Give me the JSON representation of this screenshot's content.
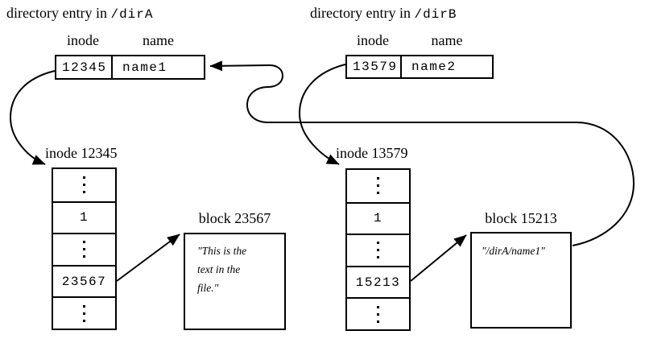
{
  "entries": [
    {
      "title_prefix": "directory entry in",
      "title_path": "/dirA",
      "header_inode": "inode",
      "header_name": "name",
      "inode_value": "12345",
      "name_value": "name1"
    },
    {
      "title_prefix": "directory entry in",
      "title_path": "/dirB",
      "header_inode": "inode",
      "header_name": "name",
      "inode_value": "13579",
      "name_value": "name2"
    }
  ],
  "inodes": [
    {
      "label": "inode 12345",
      "link_count": "1",
      "block_pointer": "23567"
    },
    {
      "label": "inode 13579",
      "link_count": "1",
      "block_pointer": "15213"
    }
  ],
  "blocks": [
    {
      "label": "block 23567",
      "text_lines": [
        "\"This is the",
        "text in the",
        "file.\""
      ]
    },
    {
      "label": "block 15213",
      "text_lines": [
        "\"/dirA/name1\""
      ]
    }
  ],
  "icons": {
    "vertical_ellipsis": "more-entries-dots",
    "arrowhead": "filled-triangle"
  },
  "colors": {
    "ink": "#000000",
    "background": "#ffffff"
  }
}
